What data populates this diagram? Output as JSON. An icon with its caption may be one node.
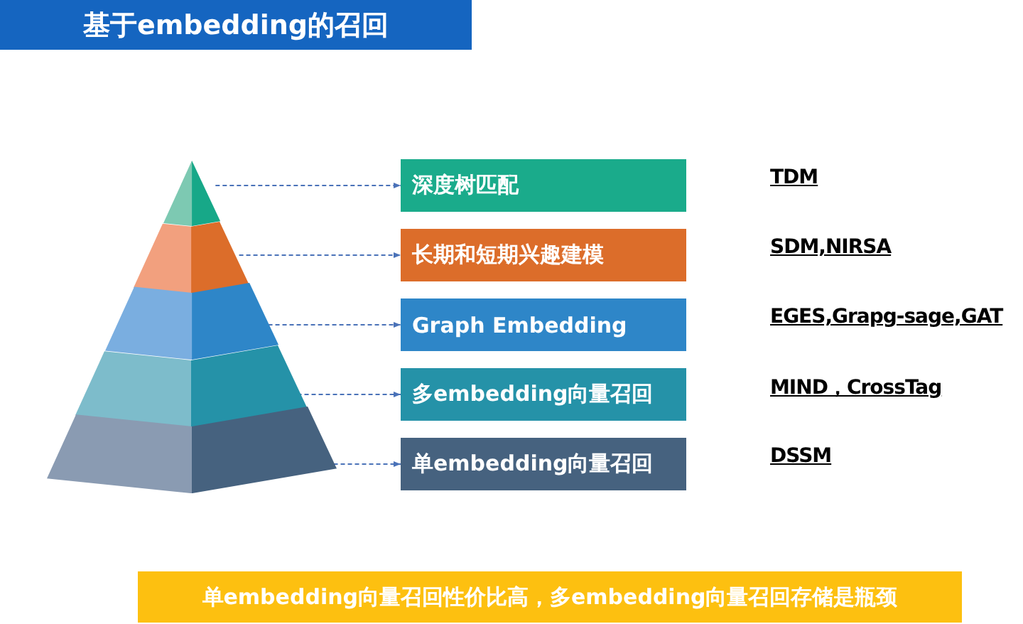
{
  "diagram": {
    "title": "基于embedding的召回",
    "nodes": [
      {
        "text": [],
        "shape": "triangle"
      },
      {
        "text": [],
        "shape": "trapezoid"
      },
      {
        "text": [],
        "shape": "trapezoid"
      },
      {
        "text": [],
        "shape": "trapezoid"
      },
      {
        "text": [],
        "shape": "trapezoid"
      },
      {
        "text": [
          "深度树匹配"
        ]
      },
      {
        "text": [
          "长期和短期兴趣建模"
        ]
      },
      {
        "text": [
          "Graph Embedding"
        ]
      },
      {
        "text": [
          "多embedding向量召回"
        ]
      },
      {
        "text": [
          "单embedding向量召回"
        ]
      },
      {
        "text": [
          "单embedding向量召回性价比高，多embedding向量召回存储是瓶颈"
        ]
      }
    ],
    "edges": [
      {
        "from": 0,
        "to": 5,
        "arrow": "to",
        "style": "dashed"
      },
      {
        "from": 1,
        "to": 6,
        "arrow": "to",
        "style": "dashed"
      },
      {
        "from": 2,
        "to": 7,
        "arrow": "to",
        "style": "dashed"
      },
      {
        "from": 3,
        "to": 8,
        "arrow": "to",
        "style": "dashed"
      },
      {
        "from": 4,
        "to": 9,
        "arrow": "to",
        "style": "dashed"
      }
    ],
    "labels": [
      "TDM",
      "SDM,NIRSA",
      "EGES,Grapg-sage,GAT",
      "MIND，CrossTag",
      "DSSM"
    ]
  }
}
